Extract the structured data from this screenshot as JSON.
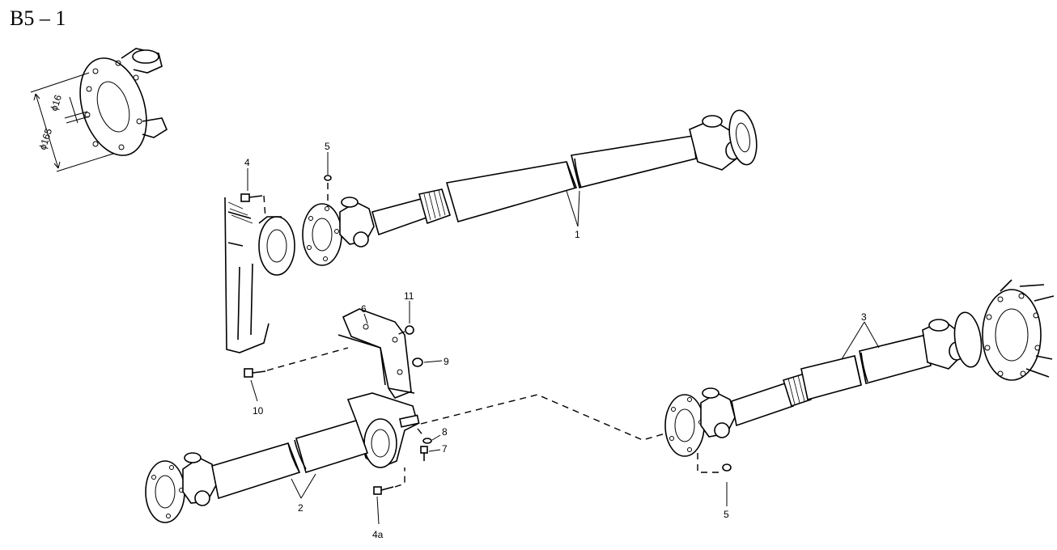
{
  "title": "B5 – 1",
  "dimensions": {
    "flange_diameter": "ϕ165",
    "hole_diameter": "ϕ16"
  },
  "callouts": {
    "c1": "1",
    "c2": "2",
    "c3": "3",
    "c4": "4",
    "c4a": "4a",
    "c5_top": "5",
    "c5_bottom": "5",
    "c6": "6",
    "c7": "7",
    "c8": "8",
    "c9": "9",
    "c10": "10",
    "c11": "11"
  }
}
